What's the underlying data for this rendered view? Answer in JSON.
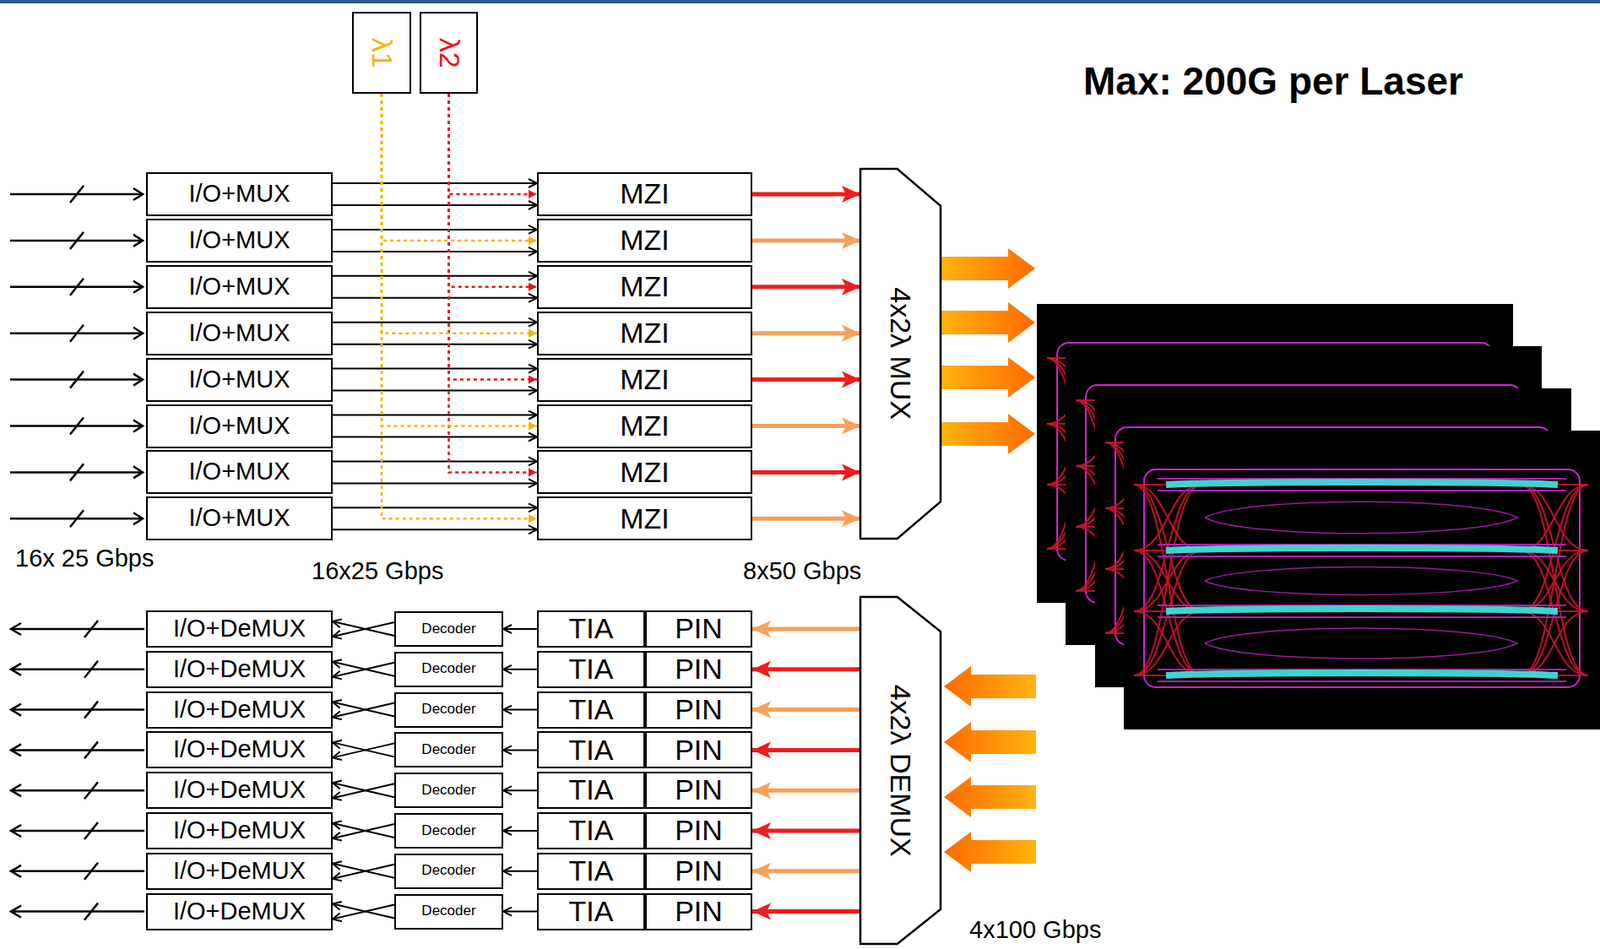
{
  "diagram": {
    "title": "Max: 200G per Laser",
    "nodes": [
      {
        "text": [
          "λ1"
        ]
      },
      {
        "text": [
          "λ2"
        ]
      },
      {
        "text": [
          "I/O+MUX"
        ]
      },
      {
        "text": [
          "I/O+MUX"
        ]
      },
      {
        "text": [
          "I/O+MUX"
        ]
      },
      {
        "text": [
          "I/O+MUX"
        ]
      },
      {
        "text": [
          "I/O+MUX"
        ]
      },
      {
        "text": [
          "I/O+MUX"
        ]
      },
      {
        "text": [
          "I/O+MUX"
        ]
      },
      {
        "text": [
          "I/O+MUX"
        ]
      },
      {
        "text": [
          "MZI"
        ]
      },
      {
        "text": [
          "MZI"
        ]
      },
      {
        "text": [
          "MZI"
        ]
      },
      {
        "text": [
          "MZI"
        ]
      },
      {
        "text": [
          "MZI"
        ]
      },
      {
        "text": [
          "MZI"
        ]
      },
      {
        "text": [
          "MZI"
        ]
      },
      {
        "text": [
          "MZI"
        ]
      },
      {
        "text": [
          "4x2λ MUX"
        ]
      },
      {
        "text": [
          "I/O+DeMUX"
        ]
      },
      {
        "text": [
          "I/O+DeMUX"
        ]
      },
      {
        "text": [
          "I/O+DeMUX"
        ]
      },
      {
        "text": [
          "I/O+DeMUX"
        ]
      },
      {
        "text": [
          "I/O+DeMUX"
        ]
      },
      {
        "text": [
          "I/O+DeMUX"
        ]
      },
      {
        "text": [
          "I/O+DeMUX"
        ]
      },
      {
        "text": [
          "I/O+DeMUX"
        ]
      },
      {
        "text": [
          "Decoder"
        ]
      },
      {
        "text": [
          "Decoder"
        ]
      },
      {
        "text": [
          "Decoder"
        ]
      },
      {
        "text": [
          "Decoder"
        ]
      },
      {
        "text": [
          "Decoder"
        ]
      },
      {
        "text": [
          "Decoder"
        ]
      },
      {
        "text": [
          "Decoder"
        ]
      },
      {
        "text": [
          "Decoder"
        ]
      },
      {
        "text": [
          "TIA"
        ]
      },
      {
        "text": [
          "TIA"
        ]
      },
      {
        "text": [
          "TIA"
        ]
      },
      {
        "text": [
          "TIA"
        ]
      },
      {
        "text": [
          "TIA"
        ]
      },
      {
        "text": [
          "TIA"
        ]
      },
      {
        "text": [
          "TIA"
        ]
      },
      {
        "text": [
          "TIA"
        ]
      },
      {
        "text": [
          "PIN"
        ]
      },
      {
        "text": [
          "PIN"
        ]
      },
      {
        "text": [
          "PIN"
        ]
      },
      {
        "text": [
          "PIN"
        ]
      },
      {
        "text": [
          "PIN"
        ]
      },
      {
        "text": [
          "PIN"
        ]
      },
      {
        "text": [
          "PIN"
        ]
      },
      {
        "text": [
          "PIN"
        ]
      },
      {
        "text": [
          "4x2λ DEMUX"
        ]
      }
    ],
    "edges": [
      {
        "from": 2,
        "to": 10,
        "arrow": "to"
      },
      {
        "from": 2,
        "to": 10,
        "arrow": "to"
      },
      {
        "from": 3,
        "to": 11,
        "arrow": "to"
      },
      {
        "from": 3,
        "to": 11,
        "arrow": "to"
      },
      {
        "from": 4,
        "to": 12,
        "arrow": "to"
      },
      {
        "from": 4,
        "to": 12,
        "arrow": "to"
      },
      {
        "from": 5,
        "to": 13,
        "arrow": "to"
      },
      {
        "from": 5,
        "to": 13,
        "arrow": "to"
      },
      {
        "from": 6,
        "to": 14,
        "arrow": "to"
      },
      {
        "from": 6,
        "to": 14,
        "arrow": "to"
      },
      {
        "from": 7,
        "to": 15,
        "arrow": "to"
      },
      {
        "from": 7,
        "to": 15,
        "arrow": "to"
      },
      {
        "from": 8,
        "to": 16,
        "arrow": "to"
      },
      {
        "from": 8,
        "to": 16,
        "arrow": "to"
      },
      {
        "from": 9,
        "to": 17,
        "arrow": "to"
      },
      {
        "from": 9,
        "to": 17,
        "arrow": "to"
      },
      {
        "from": 1,
        "to": 10,
        "arrow": "to"
      },
      {
        "from": 1,
        "to": 12,
        "arrow": "to"
      },
      {
        "from": 1,
        "to": 14,
        "arrow": "to"
      },
      {
        "from": 1,
        "to": 16,
        "arrow": "to"
      },
      {
        "from": 0,
        "to": 11,
        "arrow": "to"
      },
      {
        "from": 0,
        "to": 13,
        "arrow": "to"
      },
      {
        "from": 0,
        "to": 15,
        "arrow": "to"
      },
      {
        "from": 0,
        "to": 17,
        "arrow": "to"
      },
      {
        "from": 10,
        "to": 18,
        "arrow": "to"
      },
      {
        "from": 11,
        "to": 18,
        "arrow": "to"
      },
      {
        "from": 12,
        "to": 18,
        "arrow": "to"
      },
      {
        "from": 13,
        "to": 18,
        "arrow": "to"
      },
      {
        "from": 14,
        "to": 18,
        "arrow": "to"
      },
      {
        "from": 15,
        "to": 18,
        "arrow": "to"
      },
      {
        "from": 16,
        "to": 18,
        "arrow": "to"
      },
      {
        "from": 17,
        "to": 18,
        "arrow": "to"
      },
      {
        "from": 51,
        "to": 43,
        "arrow": "to"
      },
      {
        "from": 51,
        "to": 44,
        "arrow": "to"
      },
      {
        "from": 51,
        "to": 45,
        "arrow": "to"
      },
      {
        "from": 51,
        "to": 46,
        "arrow": "to"
      },
      {
        "from": 51,
        "to": 47,
        "arrow": "to"
      },
      {
        "from": 51,
        "to": 48,
        "arrow": "to"
      },
      {
        "from": 51,
        "to": 49,
        "arrow": "to"
      },
      {
        "from": 51,
        "to": 50,
        "arrow": "to"
      },
      {
        "from": 35,
        "to": 27,
        "arrow": "to"
      },
      {
        "from": 36,
        "to": 28,
        "arrow": "to"
      },
      {
        "from": 37,
        "to": 29,
        "arrow": "to"
      },
      {
        "from": 38,
        "to": 30,
        "arrow": "to"
      },
      {
        "from": 39,
        "to": 31,
        "arrow": "to"
      },
      {
        "from": 40,
        "to": 32,
        "arrow": "to"
      },
      {
        "from": 41,
        "to": 33,
        "arrow": "to"
      },
      {
        "from": 42,
        "to": 34,
        "arrow": "to"
      },
      {
        "from": 27,
        "to": 19,
        "arrow": "to"
      },
      {
        "from": 27,
        "to": 19,
        "arrow": "to"
      },
      {
        "from": 28,
        "to": 20,
        "arrow": "to"
      },
      {
        "from": 28,
        "to": 20,
        "arrow": "to"
      },
      {
        "from": 29,
        "to": 21,
        "arrow": "to"
      },
      {
        "from": 29,
        "to": 21,
        "arrow": "to"
      },
      {
        "from": 30,
        "to": 22,
        "arrow": "to"
      },
      {
        "from": 30,
        "to": 22,
        "arrow": "to"
      },
      {
        "from": 31,
        "to": 23,
        "arrow": "to"
      },
      {
        "from": 31,
        "to": 23,
        "arrow": "to"
      },
      {
        "from": 32,
        "to": 24,
        "arrow": "to"
      },
      {
        "from": 32,
        "to": 24,
        "arrow": "to"
      },
      {
        "from": 33,
        "to": 25,
        "arrow": "to"
      },
      {
        "from": 33,
        "to": 25,
        "arrow": "to"
      },
      {
        "from": 34,
        "to": 26,
        "arrow": "to"
      },
      {
        "from": 34,
        "to": 26,
        "arrow": "to"
      }
    ],
    "labels": [
      "16x 25 Gbps",
      "16x25 Gbps",
      "8x50 Gbps",
      "4x100 Gbps"
    ]
  }
}
